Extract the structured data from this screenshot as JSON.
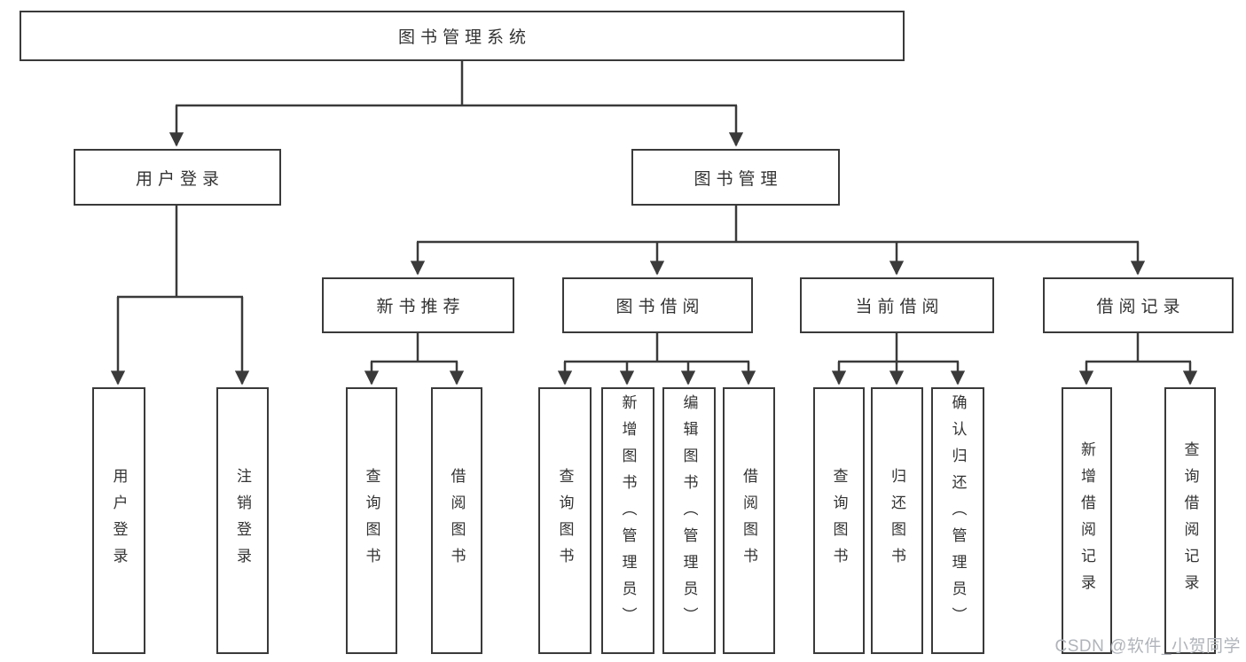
{
  "diagram": {
    "type": "hierarchy-tree",
    "colors": {
      "line": "#3a3a3a",
      "border": "#3a3a3a",
      "text": "#333333",
      "background": "#ffffff",
      "watermark": "#b0b4ba"
    },
    "nodes": {
      "root": {
        "label": "图书管理系统"
      },
      "user_login": {
        "label": "用户登录"
      },
      "book_management": {
        "label": "图书管理"
      },
      "new_book_recommend": {
        "label": "新书推荐"
      },
      "book_borrow": {
        "label": "图书借阅"
      },
      "current_borrow": {
        "label": "当前借阅"
      },
      "borrow_records": {
        "label": "借阅记录"
      }
    },
    "leaves": [
      {
        "parent": "user_login",
        "label": "用户登录"
      },
      {
        "parent": "user_login",
        "label": "注销登录"
      },
      {
        "parent": "new_book_recommend",
        "label": "查询图书"
      },
      {
        "parent": "new_book_recommend",
        "label": "借阅图书"
      },
      {
        "parent": "book_borrow",
        "label": "查询图书"
      },
      {
        "parent": "book_borrow",
        "label": "新增图书（管理员）"
      },
      {
        "parent": "book_borrow",
        "label": "编辑图书（管理员）"
      },
      {
        "parent": "book_borrow",
        "label": "借阅图书"
      },
      {
        "parent": "current_borrow",
        "label": "查询图书"
      },
      {
        "parent": "current_borrow",
        "label": "归还图书"
      },
      {
        "parent": "current_borrow",
        "label": "确认归还（管理员）"
      },
      {
        "parent": "borrow_records",
        "label": "新增借阅记录"
      },
      {
        "parent": "borrow_records",
        "label": "查询借阅记录"
      }
    ],
    "watermark": "CSDN @软件_小贺同学"
  }
}
